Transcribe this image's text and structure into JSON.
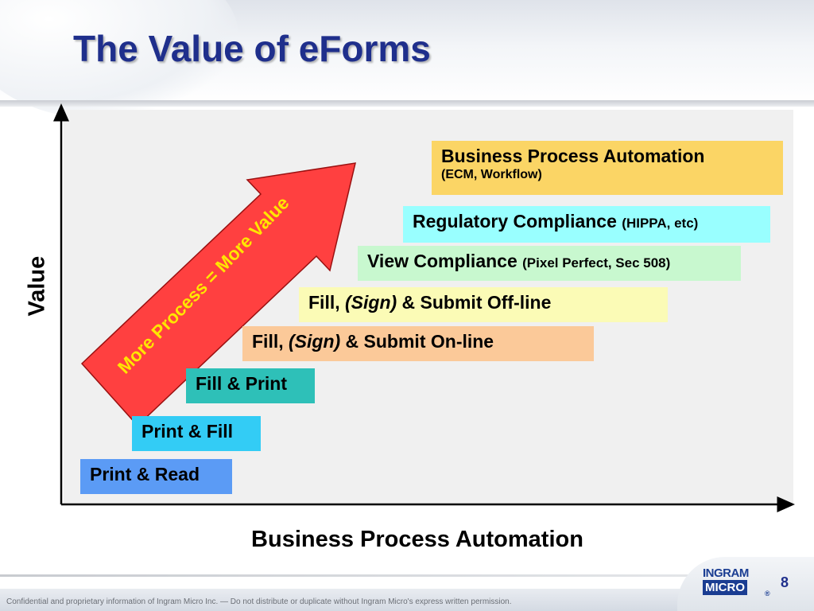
{
  "slide": {
    "title": "The Value of eForms",
    "page_number": "8"
  },
  "diagram": {
    "y_axis_label": "Value",
    "x_axis_label": "Business Process Automation",
    "arrow_label": "More Process = More Value",
    "steps": [
      {
        "name": "Print & Read",
        "color": "#5b9bf5"
      },
      {
        "name": "Print & Fill",
        "color": "#33ccf5"
      },
      {
        "name": "Fill & Print",
        "color": "#2ec0b8"
      },
      {
        "prefix": "Fill, ",
        "italic": "(Sign)",
        "suffix": " & Submit On-line",
        "color": "#fbc999"
      },
      {
        "prefix": "Fill, ",
        "italic": "(Sign)",
        "suffix": " & Submit Off-line",
        "color": "#fbfbb6"
      },
      {
        "name": "View Compliance ",
        "note": "(Pixel Perfect, Sec 508)",
        "color": "#c8f8cf"
      },
      {
        "name": "Regulatory Compliance ",
        "note": "(HIPPA, etc)",
        "color": "#99ffff"
      },
      {
        "name": "Business Process Automation",
        "sub": "(ECM, Workflow)",
        "color": "#fbd565"
      }
    ],
    "arrow_color": "#ff4040",
    "arrow_text_color": "#ffe600"
  },
  "footer": {
    "confidential": "Confidential and proprietary information of Ingram Micro Inc. — Do not distribute or duplicate without Ingram Micro's express written permission.",
    "logo_top": "INGRAM",
    "logo_bottom": "MICRO",
    "logo_reg": "®"
  }
}
